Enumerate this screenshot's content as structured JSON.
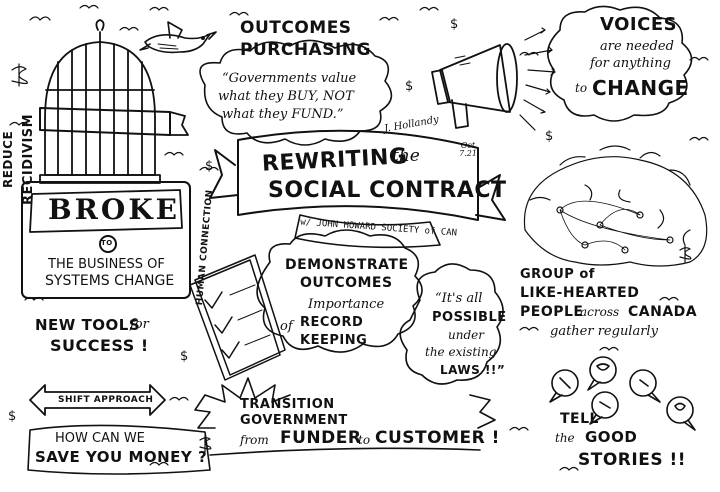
{
  "colors": {
    "ink": "#111111",
    "paper": "#ffffff"
  },
  "icons": [
    "birdcage-icon",
    "bird-icon",
    "megaphone-icon",
    "map-icon",
    "checklist-icon",
    "dollar-icon",
    "speech-bubble-icon"
  ],
  "outcomes": {
    "title_line1": "OUTCOMES",
    "title_line2": "PURCHASING",
    "quote_line1": "“Governments value",
    "quote_line2": "what they BUY, NOT",
    "quote_line3": "what they FUND.”"
  },
  "voices": {
    "line1": "VOICES",
    "line2": "are needed",
    "line3": "for anything",
    "line4": "to",
    "line5": "CHANGE"
  },
  "cage": {
    "reduce": "REDUCE",
    "recidivism": "RECIDIVISM"
  },
  "main": {
    "title_line1": "REWRITING",
    "title_the": "the",
    "title_line2": "SOCIAL CONTRACT",
    "subtitle": "w/ JOHN HOWARD SOCIETY of CAN",
    "signature": "J. Hollandy",
    "date": "Oct 7.21",
    "side": "HUMAN CONNECTION"
  },
  "broke": {
    "title": "BROKE",
    "to": "TO",
    "line1": "THE BUSINESS OF",
    "line2": "SYSTEMS CHANGE"
  },
  "demonstrate": {
    "line1": "DEMONSTRATE",
    "line2": "OUTCOMES",
    "line3": "Importance",
    "line4": "of",
    "line5": "RECORD",
    "line6": "KEEPING"
  },
  "possible": {
    "line1": "“It's all",
    "line2": "POSSIBLE",
    "line3": "under",
    "line4": "the existing",
    "line5": "LAWS !!”"
  },
  "group": {
    "line1": "GROUP of",
    "line2": "LIKE-HEARTED",
    "line3": "PEOPLE",
    "line3b": "across",
    "line3c": "CANADA",
    "line4": "gather regularly"
  },
  "newtools": {
    "line1": "NEW TOOLS",
    "for": "for",
    "line2": "SUCCESS !"
  },
  "shift": {
    "label": "SHIFT APPROACH",
    "line1": "HOW CAN WE",
    "line2": "SAVE YOU MONEY ?"
  },
  "transition": {
    "line1": "TRANSITION",
    "line2": "GOVERNMENT",
    "from": "from",
    "funder": "FUNDER",
    "to": "to",
    "customer": "CUSTOMER !"
  },
  "tell": {
    "line1": "TELL",
    "the": "the",
    "good": "GOOD",
    "stories": "STORIES !!"
  },
  "misc": {
    "dollar": "$"
  }
}
